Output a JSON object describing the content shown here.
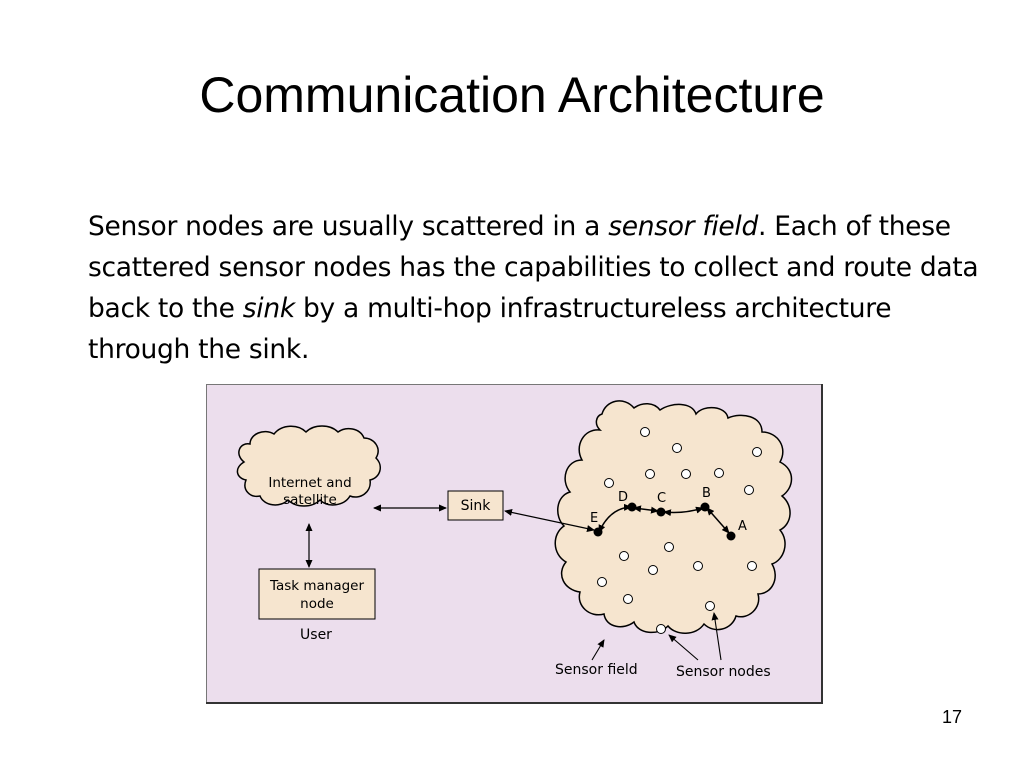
{
  "title": "Communication Architecture",
  "paragraph": {
    "t1": "Sensor nodes are usually scattered in a ",
    "sensor_field": "sensor field",
    "t2": ". Each of these scattered sensor nodes has the capabilities to collect and route data back to the ",
    "sink": "sink",
    "t3": " by a multi-hop infrastructureless architecture through the sink."
  },
  "diagram": {
    "internet_line1": "Internet and",
    "internet_line2": "satellite",
    "sink": "Sink",
    "task_line1": "Task manager",
    "task_line2": "node",
    "user": "User",
    "sensor_field_label": "Sensor field",
    "sensor_nodes_label": "Sensor nodes",
    "node_labels": {
      "a": "A",
      "b": "B",
      "c": "C",
      "d": "D",
      "e": "E"
    },
    "colors": {
      "background": "#ecdeed",
      "cloud_fill": "#f6e5cf",
      "box_fill": "#f6e5cf"
    }
  },
  "page_number": "17"
}
